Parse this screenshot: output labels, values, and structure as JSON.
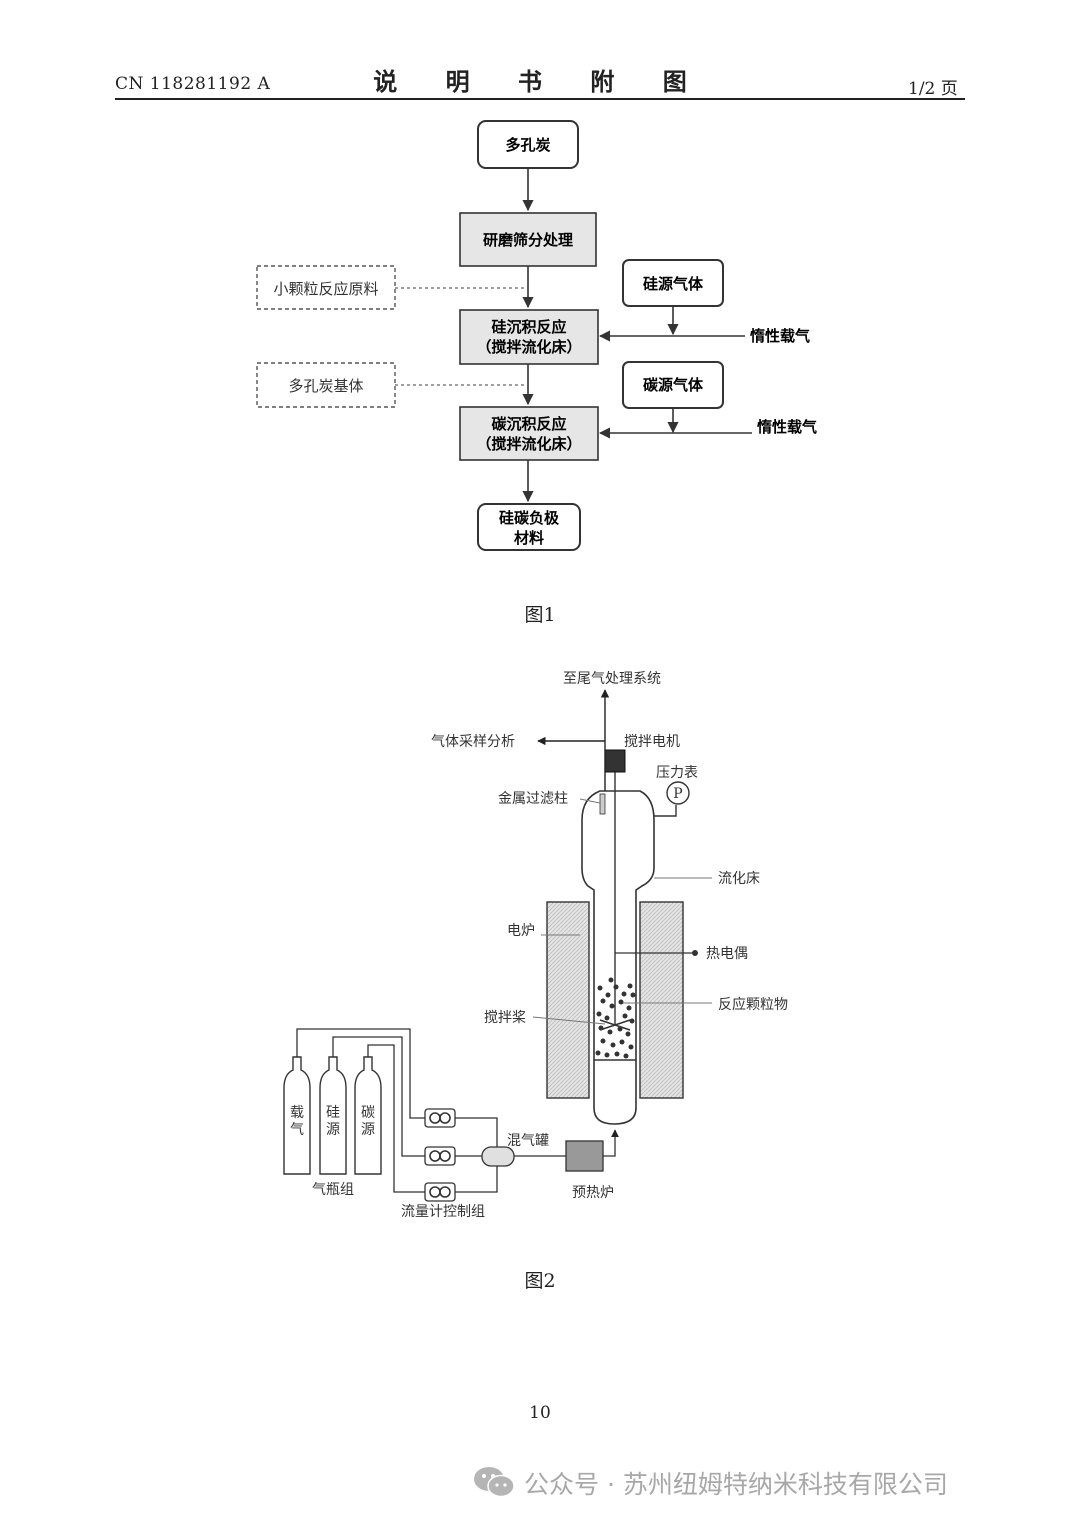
{
  "header": {
    "patent_number": "CN 118281192 A",
    "title": "说 明 书 附 图",
    "page_info": "1/2 页"
  },
  "figure1": {
    "caption": "图1",
    "nodes": {
      "porous_carbon": "多孔炭",
      "grinding": "研磨筛分处理",
      "small_particle": "小颗粒反应原料",
      "si_deposition_line1": "硅沉积反应",
      "si_deposition_line2": "（搅拌流化床）",
      "si_source": "硅源气体",
      "inert_gas_1": "惰性载气",
      "porous_carbon_matrix": "多孔炭基体",
      "c_source": "碳源气体",
      "c_deposition_line1": "碳沉积反应",
      "c_deposition_line2": "（搅拌流化床）",
      "inert_gas_2": "惰性载气",
      "product_line1": "硅碳负极",
      "product_line2": "材料"
    }
  },
  "figure2": {
    "caption": "图2",
    "labels": {
      "tail_gas": "至尾气处理系统",
      "gas_sampling": "气体采样分析",
      "stir_motor": "搅拌电机",
      "pressure_gauge": "压力表",
      "pressure_symbol": "P",
      "metal_filter": "金属过滤柱",
      "fluidized_bed": "流化床",
      "electric_furnace": "电炉",
      "thermocouple": "热电偶",
      "reaction_particles": "反应颗粒物",
      "stir_paddle": "搅拌桨",
      "cylinder_carrier": "载气",
      "cylinder_silicon": "硅源",
      "cylinder_carbon": "碳源",
      "gas_cylinder_group": "气瓶组",
      "mixing_tank": "混气罐",
      "preheater": "预热炉",
      "flowmeter_group": "流量计控制组"
    }
  },
  "footer": {
    "page_number": "10",
    "watermark": "公众号 · 苏州纽姆特纳米科技有限公司"
  },
  "colors": {
    "box_fill": "#e6e6e6",
    "line": "#333333",
    "watermark": "#a8a8a8"
  }
}
